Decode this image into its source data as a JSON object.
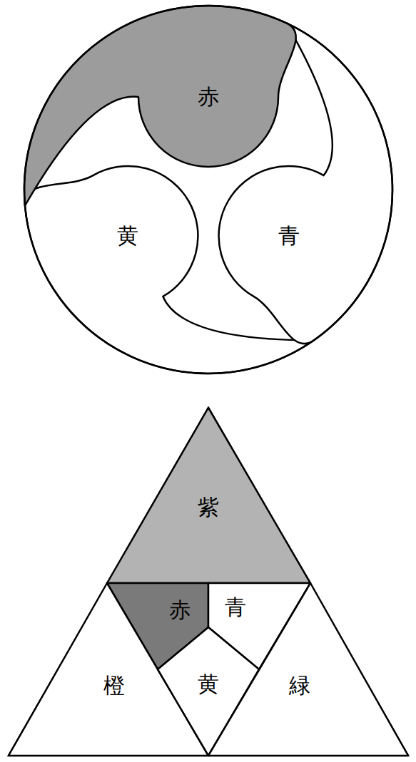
{
  "diagram": {
    "nodes": [
      {
        "text": [
          "赤"
        ]
      },
      {
        "text": [
          "黄"
        ]
      },
      {
        "text": [
          "青"
        ]
      },
      {
        "text": [
          "紫"
        ]
      },
      {
        "text": [
          "赤"
        ]
      },
      {
        "text": [
          "青"
        ]
      },
      {
        "text": [
          "橙"
        ]
      },
      {
        "text": [
          "黄"
        ]
      },
      {
        "text": [
          "緑"
        ]
      }
    ]
  }
}
